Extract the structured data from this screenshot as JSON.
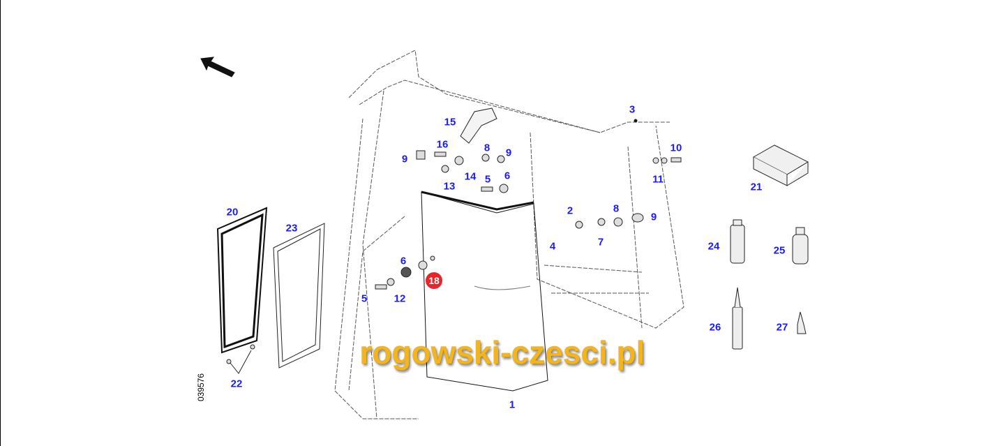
{
  "diagram": {
    "document_number": "039576",
    "watermark": "rogowski-czesci.pl",
    "highlight_color": "#e8242a",
    "label_color": "#1a1aff",
    "highlighted_part": "18",
    "labels": [
      "15",
      "16",
      "9",
      "8",
      "9",
      "13",
      "14",
      "5",
      "6",
      "3",
      "10",
      "11",
      "21",
      "2",
      "8",
      "9",
      "7",
      "4",
      "20",
      "23",
      "6",
      "5",
      "12",
      "24",
      "25",
      "26",
      "27",
      "22",
      "1"
    ]
  }
}
